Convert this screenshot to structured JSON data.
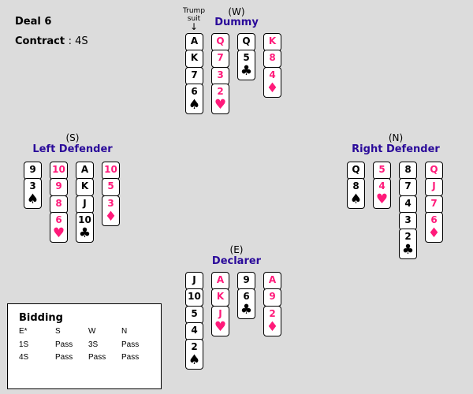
{
  "deal_label": "Deal 6",
  "contract_label": "Contract",
  "contract_value": ": 4S",
  "trump_note": "Trump suit",
  "trump_arrow": "↓",
  "colors": {
    "red": "#ff1a7a",
    "black": "#000000",
    "role": "#2a0a9a",
    "background": "#dcdcdc"
  },
  "hands": [
    {
      "id": "dummy",
      "position": "(W)",
      "role": "Dummy",
      "columns": [
        {
          "suit": "spade",
          "ranks": [
            "A",
            "K",
            "7",
            "6"
          ]
        },
        {
          "suit": "heart",
          "ranks": [
            "Q",
            "7",
            "3",
            "2"
          ]
        },
        {
          "suit": "club",
          "ranks": [
            "Q",
            "5"
          ]
        },
        {
          "suit": "diamond",
          "ranks": [
            "K",
            "8",
            "4"
          ]
        }
      ]
    },
    {
      "id": "left",
      "position": "(S)",
      "role": "Left Defender",
      "columns": [
        {
          "suit": "spade",
          "ranks": [
            "9",
            "3"
          ]
        },
        {
          "suit": "heart",
          "ranks": [
            "10",
            "9",
            "8",
            "6"
          ]
        },
        {
          "suit": "club",
          "ranks": [
            "A",
            "K",
            "J",
            "10"
          ]
        },
        {
          "suit": "diamond",
          "ranks": [
            "10",
            "5",
            "3"
          ]
        }
      ]
    },
    {
      "id": "right",
      "position": "(N)",
      "role": "Right Defender",
      "columns": [
        {
          "suit": "spade",
          "ranks": [
            "Q",
            "8"
          ]
        },
        {
          "suit": "heart",
          "ranks": [
            "5",
            "4"
          ]
        },
        {
          "suit": "club",
          "ranks": [
            "8",
            "7",
            "4",
            "3",
            "2"
          ]
        },
        {
          "suit": "diamond",
          "ranks": [
            "Q",
            "J",
            "7",
            "6"
          ]
        }
      ]
    },
    {
      "id": "declarer",
      "position": "(E)",
      "role": "Declarer",
      "columns": [
        {
          "suit": "spade",
          "ranks": [
            "J",
            "10",
            "5",
            "4",
            "2"
          ]
        },
        {
          "suit": "heart",
          "ranks": [
            "A",
            "K",
            "J"
          ]
        },
        {
          "suit": "club",
          "ranks": [
            "9",
            "6"
          ]
        },
        {
          "suit": "diamond",
          "ranks": [
            "A",
            "9",
            "2"
          ]
        }
      ]
    }
  ],
  "bidding": {
    "title": "Bidding",
    "headers": [
      "E*",
      "S",
      "W",
      "N"
    ],
    "rows": [
      [
        "1S",
        "Pass",
        "3S",
        "Pass"
      ],
      [
        "4S",
        "Pass",
        "Pass",
        "Pass"
      ]
    ]
  }
}
